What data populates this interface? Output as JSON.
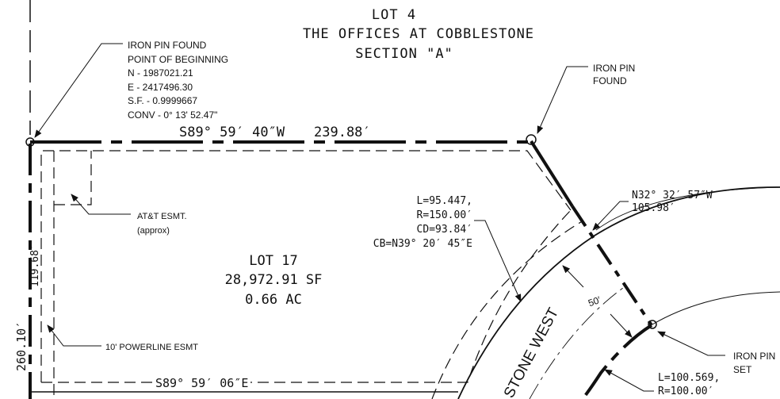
{
  "title": {
    "line1": "LOT 4",
    "line2": "THE OFFICES AT COBBLESTONE",
    "line3": "SECTION \"A\""
  },
  "pob_note": {
    "line1": "IRON PIN FOUND",
    "line2": "POINT OF BEGINNING",
    "line3": "N - 1987021.21",
    "line4": "E - 2417496.30",
    "line5": "S.F.  - 0.9999667",
    "line6": "CONV - 0° 13' 52.47\""
  },
  "iron_pin_found": {
    "line1": "IRON PIN",
    "line2": "FOUND"
  },
  "iron_pin_set": {
    "line1": "IRON PIN",
    "line2": "SET"
  },
  "bearings": {
    "north_line": "S89° 59′ 40″W",
    "north_distance": "239.88′",
    "south_line": "S89° 59′ 06″E",
    "east_line": "N32° 32′ 57″W",
    "east_distance": "105.98′",
    "west_total": "260.10′",
    "west_partial": "119.68′"
  },
  "curve1": {
    "l": "L=95.447,",
    "r": "R=150.00′",
    "cd": "CD=93.84′",
    "cb": "CB=N39° 20′ 45″E"
  },
  "curve2": {
    "l": "L=100.569,",
    "r": "R=100.00′"
  },
  "easements": {
    "att": "AT&T ESMT.",
    "att_note": "(approx)",
    "powerline": "10' POWERLINE ESMT"
  },
  "lot": {
    "name": "LOT 17",
    "area_sf": "28,972.91 SF",
    "area_ac": "0.66 AC"
  },
  "road": {
    "name": "STONE WEST",
    "width": "50′"
  }
}
